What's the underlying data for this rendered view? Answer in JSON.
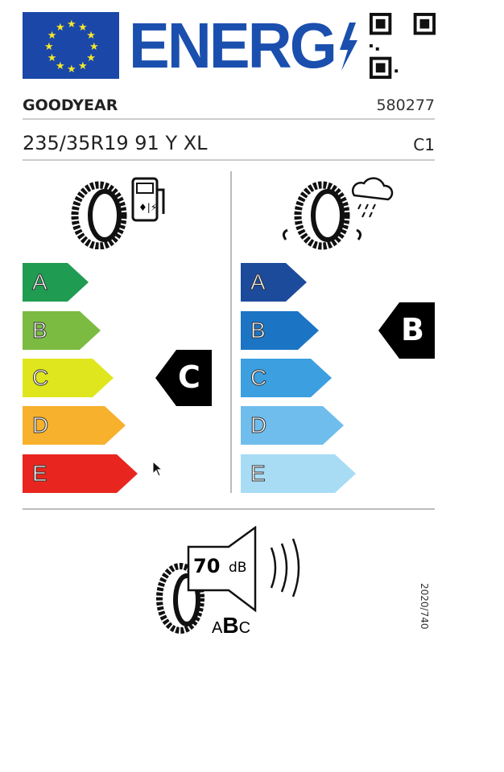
{
  "header": {
    "title": "ENERG",
    "qr_icon": "qr-code-icon"
  },
  "supplier": {
    "brand": "GOODYEAR",
    "model_id": "580277"
  },
  "tyre": {
    "size": "235/35R19 91 Y XL",
    "class": "C1"
  },
  "fuel": {
    "classes": [
      "A",
      "B",
      "C",
      "D",
      "E"
    ],
    "colors": [
      "#1f9b52",
      "#7cbb41",
      "#e0e61e",
      "#f8b12c",
      "#e8261f"
    ],
    "rating": "C"
  },
  "wet": {
    "classes": [
      "A",
      "B",
      "C",
      "D",
      "E"
    ],
    "colors": [
      "#1d4b9b",
      "#1c74c5",
      "#3b9fe0",
      "#6fbdec",
      "#a8dcf5"
    ],
    "rating": "B"
  },
  "noise": {
    "value": "70",
    "unit": "dB",
    "class_letters": [
      "A",
      "B",
      "C"
    ],
    "class": "B"
  },
  "regulation": "2020/740"
}
